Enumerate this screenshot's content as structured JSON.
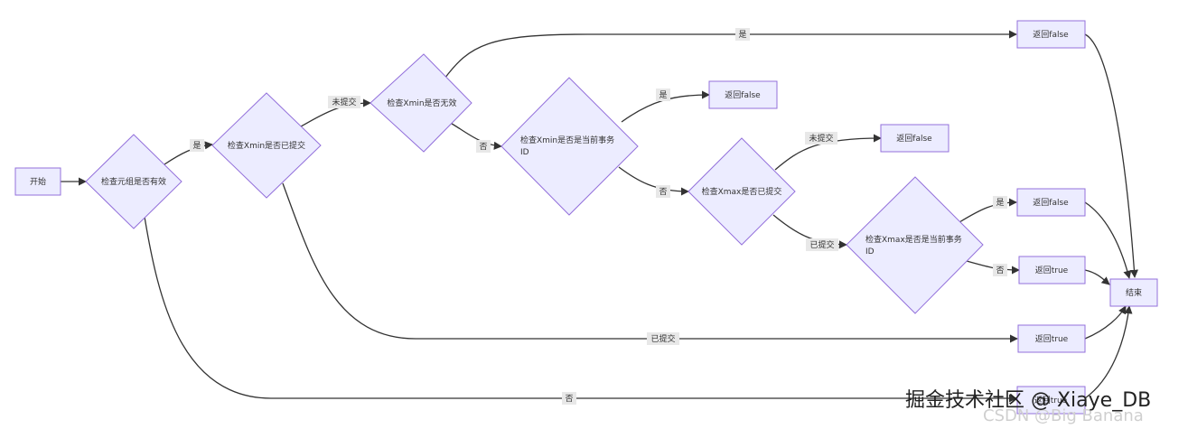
{
  "nodes": {
    "start": "开始",
    "check_tuple_valid": "检查元组是否有效",
    "check_xmin_committed": "检查Xmin是否已提交",
    "check_xmin_invalid": "检查Xmin是否无效",
    "check_xmin_current_line1": "检查Xmin是否是当前事务",
    "check_xmin_current_line2": "ID",
    "check_xmax_committed": "检查Xmax是否已提交",
    "check_xmax_current_line1": "检查Xmax是否是当前事务",
    "check_xmax_current_line2": "ID",
    "return_false_top": "返回false",
    "return_false_2": "返回false",
    "return_false_3": "返回false",
    "return_false_4": "返回false",
    "return_true_1": "返回true",
    "return_true_2": "返回true",
    "return_bottom": "返回true",
    "end": "结束"
  },
  "edge_labels": {
    "yes": "是",
    "no": "否",
    "uncommitted": "未提交",
    "committed": "已提交"
  },
  "watermark": {
    "main": "掘金技术社区 @ Xiaye_DB",
    "sub": "CSDN @Big Banana"
  },
  "colors": {
    "node_fill": "#ECECFF",
    "node_stroke": "#9370DB",
    "edge": "#333333",
    "label_bg": "#E8E8E8"
  }
}
